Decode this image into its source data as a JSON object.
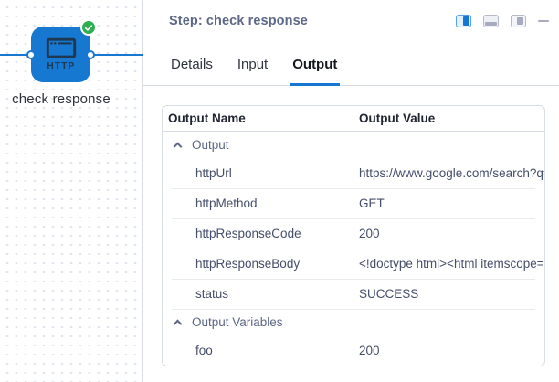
{
  "canvas": {
    "node": {
      "label": "check response",
      "icon_text": "HTTP",
      "icon": "browser-window-icon",
      "status_icon": "check-badge-icon",
      "color": "#1778d2",
      "badge_color": "#2fae51"
    }
  },
  "panel": {
    "title": "Step: check response",
    "toolbar": {
      "icons": [
        "layout-split-right-icon",
        "layout-split-bottom-icon",
        "layout-panel-right-icon",
        "collapse-icon"
      ],
      "active_icon": "layout-split-right-icon",
      "accent": "#1677d2"
    },
    "tabs": [
      {
        "label": "Details",
        "active": false
      },
      {
        "label": "Input",
        "active": false
      },
      {
        "label": "Output",
        "active": true
      }
    ],
    "table": {
      "columns": [
        "Output Name",
        "Output Value"
      ],
      "groups": [
        {
          "label": "Output",
          "collapse_icon": "chevron-up-icon",
          "rows": [
            {
              "name": "httpUrl",
              "value": "https://www.google.com/search?q="
            },
            {
              "name": "httpMethod",
              "value": "GET"
            },
            {
              "name": "httpResponseCode",
              "value": "200"
            },
            {
              "name": "httpResponseBody",
              "value": "<!doctype html><html itemscope='"
            },
            {
              "name": "status",
              "value": "SUCCESS"
            }
          ]
        },
        {
          "label": "Output Variables",
          "collapse_icon": "chevron-up-icon",
          "rows": [
            {
              "name": "foo",
              "value": "200"
            }
          ]
        }
      ]
    }
  }
}
